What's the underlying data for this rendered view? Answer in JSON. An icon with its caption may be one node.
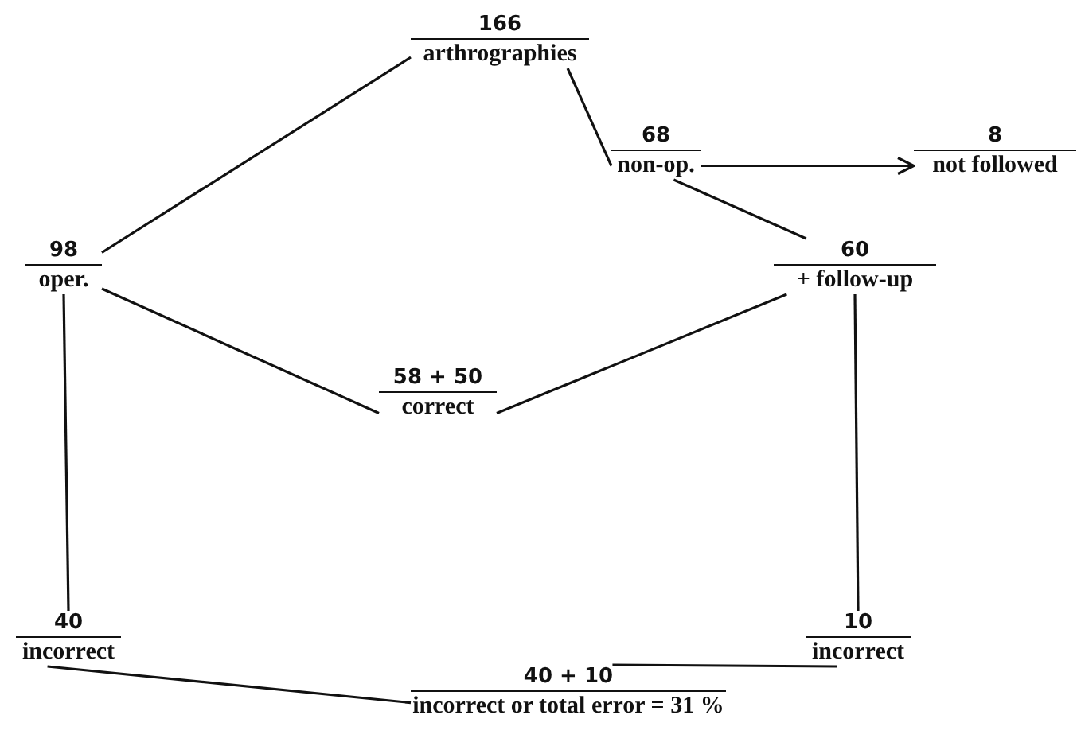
{
  "diagram": {
    "nodes": [
      {
        "text": [
          "166",
          "arthrographies"
        ]
      },
      {
        "text": [
          "68",
          "non-op."
        ]
      },
      {
        "text": [
          "8",
          "not followed"
        ]
      },
      {
        "text": [
          "98",
          "oper."
        ]
      },
      {
        "text": [
          "60",
          "+ follow-up"
        ]
      },
      {
        "text": [
          "58 + 50",
          "correct"
        ]
      },
      {
        "text": [
          "40",
          "incorrect"
        ]
      },
      {
        "text": [
          "10",
          "incorrect"
        ]
      },
      {
        "text": [
          "40 + 10",
          "incorrect or total error = 31 %"
        ]
      }
    ],
    "edges": [
      {
        "from": 0,
        "to": 3,
        "arrow": "none"
      },
      {
        "from": 0,
        "to": 1,
        "arrow": "none"
      },
      {
        "from": 1,
        "to": 2,
        "arrow": "to"
      },
      {
        "from": 1,
        "to": 4,
        "arrow": "none"
      },
      {
        "from": 3,
        "to": 5,
        "arrow": "none"
      },
      {
        "from": 4,
        "to": 5,
        "arrow": "none"
      },
      {
        "from": 3,
        "to": 6,
        "arrow": "none"
      },
      {
        "from": 4,
        "to": 7,
        "arrow": "none"
      },
      {
        "from": 6,
        "to": 8,
        "arrow": "none"
      },
      {
        "from": 7,
        "to": 8,
        "arrow": "none"
      }
    ]
  }
}
